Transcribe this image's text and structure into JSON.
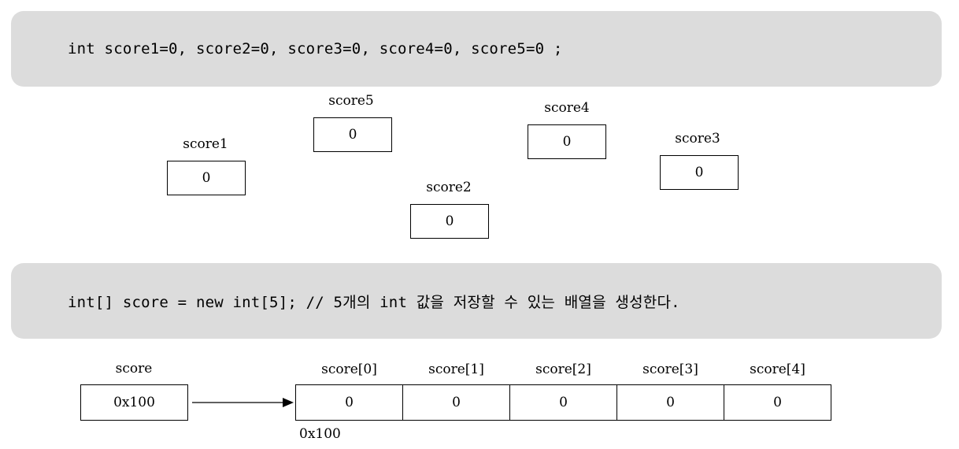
{
  "code_line_1": "int score1=0, score2=0, score3=0, score4=0, score5=0 ;",
  "code_line_2": "int[] score = new int[5]; // 5개의 int 값을 저장할 수 있는 배열을 생성한다.",
  "variables": [
    {
      "name": "score1",
      "value": "0"
    },
    {
      "name": "score2",
      "value": "0"
    },
    {
      "name": "score3",
      "value": "0"
    },
    {
      "name": "score4",
      "value": "0"
    },
    {
      "name": "score5",
      "value": "0"
    }
  ],
  "reference": {
    "name": "score",
    "value": "0x100"
  },
  "array": {
    "address": "0x100",
    "labels": [
      "score[0]",
      "score[1]",
      "score[2]",
      "score[3]",
      "score[4]"
    ],
    "values": [
      "0",
      "0",
      "0",
      "0",
      "0"
    ]
  }
}
